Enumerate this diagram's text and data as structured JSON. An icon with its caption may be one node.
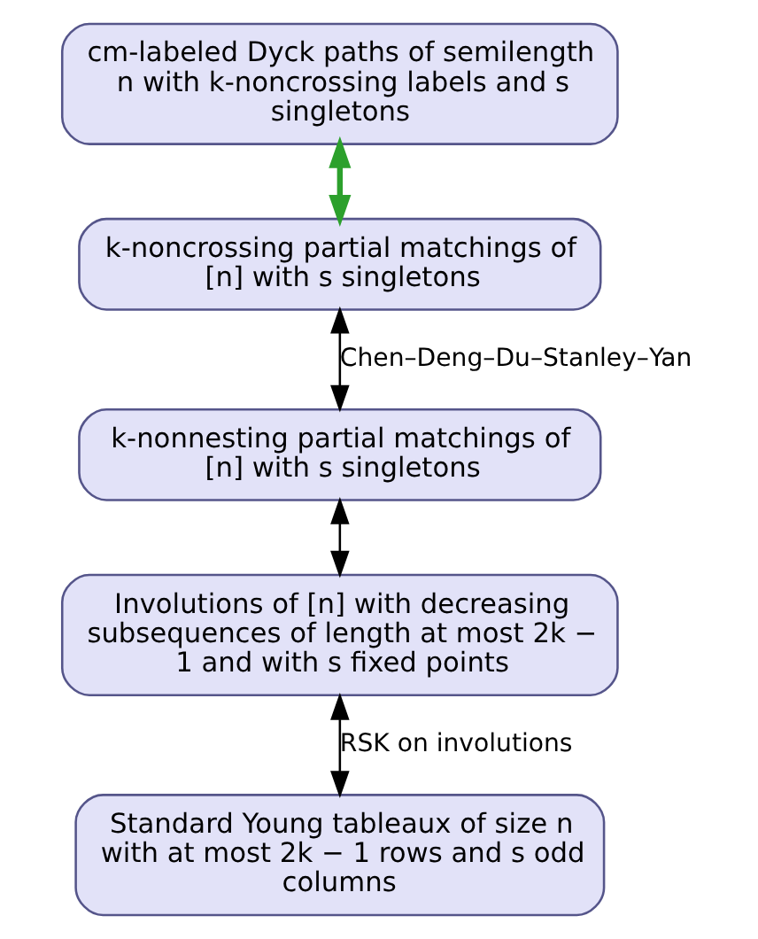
{
  "diagram": {
    "nodes": [
      {
        "text": [
          "cm-labeled Dyck paths of semilength n with k-noncrossing labels and s singletons"
        ]
      },
      {
        "text": [
          "k-noncrossing partial matchings of [n] with s singletons"
        ]
      },
      {
        "text": [
          "k-nonnesting partial matchings of [n] with s singletons"
        ]
      },
      {
        "text": [
          "Involutions of [n] with decreasing subsequences of length at most 2k − 1 and with s fixed points"
        ]
      },
      {
        "text": [
          "Standard Young tableaux of size n with at most 2k − 1 rows and s odd columns"
        ]
      }
    ],
    "edges": [
      {
        "from": 0,
        "to": 1,
        "arrow": "both",
        "style": "thick",
        "color": "#2ca02c"
      },
      {
        "from": 1,
        "to": 2,
        "arrow": "both",
        "label": "Chen–Deng–Du–Stanley–Yan"
      },
      {
        "from": 2,
        "to": 3,
        "arrow": "both"
      },
      {
        "from": 3,
        "to": 4,
        "arrow": "both",
        "label": "RSK on involutions"
      }
    ]
  }
}
